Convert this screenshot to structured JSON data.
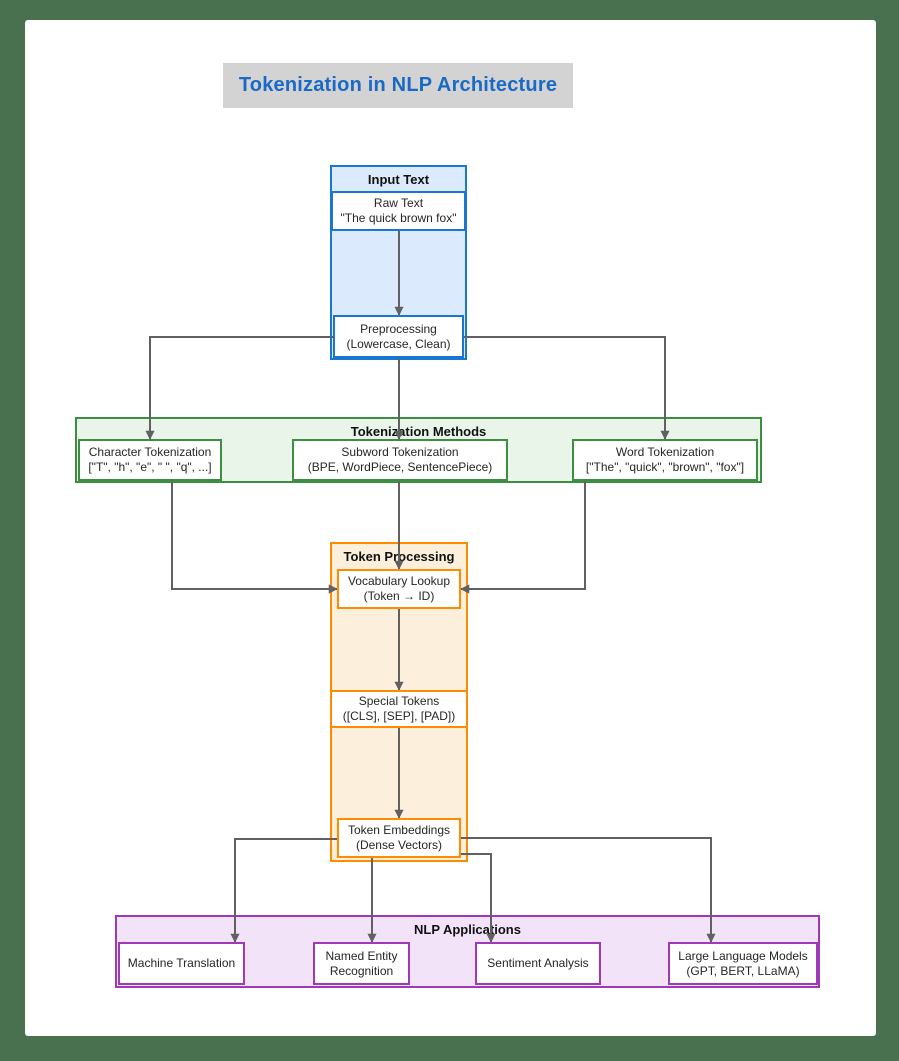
{
  "title": "Tokenization in NLP Architecture",
  "colors": {
    "page_background": "#ffffff",
    "outer_background": "#497150",
    "title_background": "#d3d3d3",
    "title_text": "#1a6ac5",
    "blue_border": "#1976d2",
    "blue_fill": "#dbeafc",
    "green_border": "#3e8e41",
    "green_fill": "#e9f5e9",
    "orange_border": "#ff8c00",
    "orange_fill": "#fcf0dc",
    "purple_border": "#9e3ab8",
    "purple_fill": "#f3e3f8",
    "connector": "#616161",
    "node_text": "#262626"
  },
  "groups": {
    "input": {
      "label": "Input Text"
    },
    "tokenization": {
      "label": "Tokenization Methods"
    },
    "processing": {
      "label": "Token Processing"
    },
    "applications": {
      "label": "NLP Applications"
    }
  },
  "nodes": {
    "raw_text": {
      "lines": [
        "Raw Text",
        "\"The quick brown fox\""
      ]
    },
    "preprocessing": {
      "lines": [
        "Preprocessing",
        "(Lowercase, Clean)"
      ]
    },
    "character_tokenization": {
      "lines": [
        "Character Tokenization",
        "[\"T\", \"h\", \"e\", \" \", \"q\", ...]"
      ]
    },
    "subword_tokenization": {
      "lines": [
        "Subword Tokenization",
        "(BPE, WordPiece, SentencePiece)"
      ]
    },
    "word_tokenization": {
      "lines": [
        "Word Tokenization",
        "[\"The\", \"quick\", \"brown\", \"fox\"]"
      ]
    },
    "vocabulary_lookup": {
      "lines": [
        "Vocabulary Lookup",
        "(Token → ID)"
      ]
    },
    "special_tokens": {
      "lines": [
        "Special Tokens",
        "([CLS], [SEP], [PAD])"
      ]
    },
    "token_embeddings": {
      "lines": [
        "Token Embeddings",
        "(Dense Vectors)"
      ]
    },
    "machine_translation": {
      "lines": [
        "Machine Translation"
      ]
    },
    "named_entity_recognition": {
      "lines": [
        "Named Entity",
        "Recognition"
      ]
    },
    "sentiment_analysis": {
      "lines": [
        "Sentiment Analysis"
      ]
    },
    "large_language_models": {
      "lines": [
        "Large Language Models",
        "(GPT, BERT, LLaMA)"
      ]
    }
  }
}
